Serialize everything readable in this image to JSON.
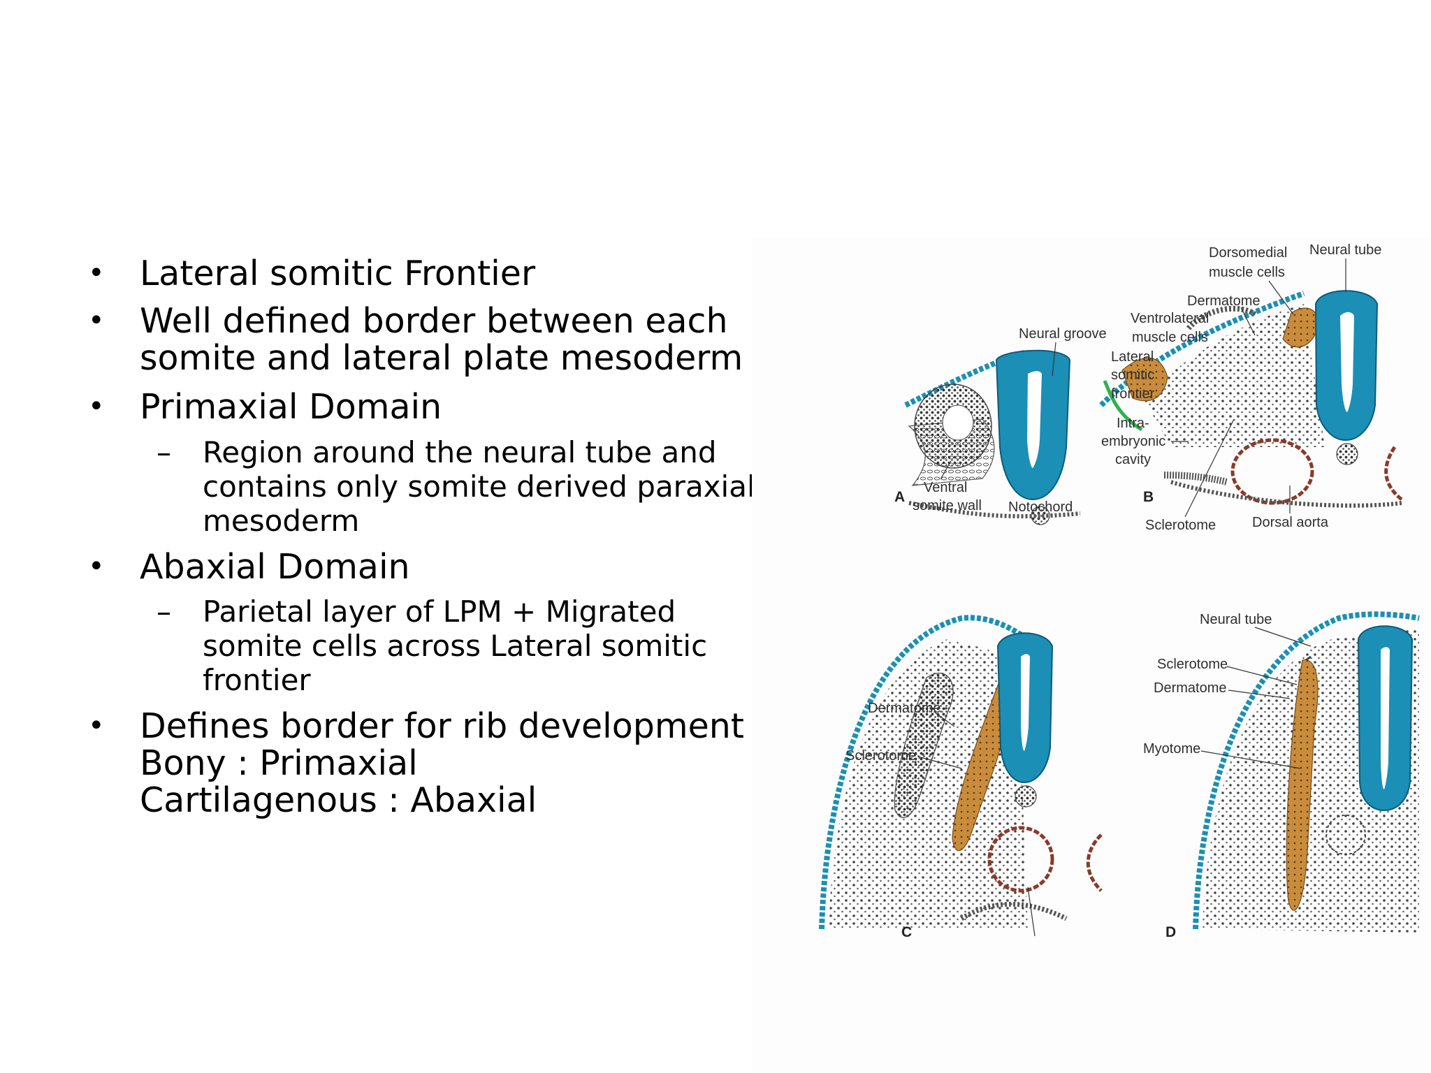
{
  "bullets": [
    {
      "level": 1,
      "marker": "•",
      "lines": [
        "Lateral somitic Frontier"
      ]
    },
    {
      "level": 1,
      "marker": "•",
      "lines": [
        "Well defined border between each",
        "somite and lateral plate mesoderm"
      ]
    },
    {
      "level": 1,
      "marker": "•",
      "lines": [
        "Primaxial Domain"
      ]
    },
    {
      "level": 2,
      "marker": "–",
      "lines": [
        "Region around the neural tube and",
        "contains only somite derived paraxial",
        "mesoderm"
      ]
    },
    {
      "level": 1,
      "marker": "•",
      "lines": [
        "Abaxial Domain"
      ]
    },
    {
      "level": 2,
      "marker": "–",
      "lines": [
        "Parietal layer of LPM + Migrated",
        "somite cells across Lateral somitic",
        "frontier"
      ]
    },
    {
      "level": 1,
      "marker": "•",
      "lines": [
        "Defines border for rib development",
        "Bony : Primaxial",
        "Cartilagenous : Abaxial"
      ]
    }
  ],
  "figure": {
    "panels": [
      "A",
      "B",
      "C",
      "D"
    ],
    "labels": {
      "neural_groove": "Neural groove",
      "ventral_1": "Ventral",
      "ventral_2": "somite wall",
      "notochord": "Notochord",
      "dorsomedial_1": "Dorsomedial",
      "dorsomedial_2": "muscle cells",
      "neural_tube_b": "Neural tube",
      "dermatome_b": "Dermatome",
      "ventrolateral_1": "Ventrolateral",
      "ventrolateral_2": "muscle cells",
      "lateral_1": "Lateral",
      "lateral_2": "somitic",
      "lateral_3": "frontier",
      "intra_1": "Intra-",
      "intra_2": "embryonic",
      "intra_3": "cavity",
      "sclerotome_b": "Sclerotome",
      "dorsal_aorta": "Dorsal aorta",
      "dermatome_c": "Dermatome",
      "sclerotome_c": "Sclerotome",
      "neural_tube_d": "Neural tube",
      "sclerotome_d": "Sclerotome",
      "dermatome_d": "Dermatome",
      "myotome_d": "Myotome"
    },
    "colors": {
      "neural": "#1b8fb5",
      "neural_dark": "#0d5a78",
      "muscle": "#c98c3c",
      "vessel": "#8a3a28",
      "frontier": "#2db34a",
      "ink": "#333333"
    }
  }
}
